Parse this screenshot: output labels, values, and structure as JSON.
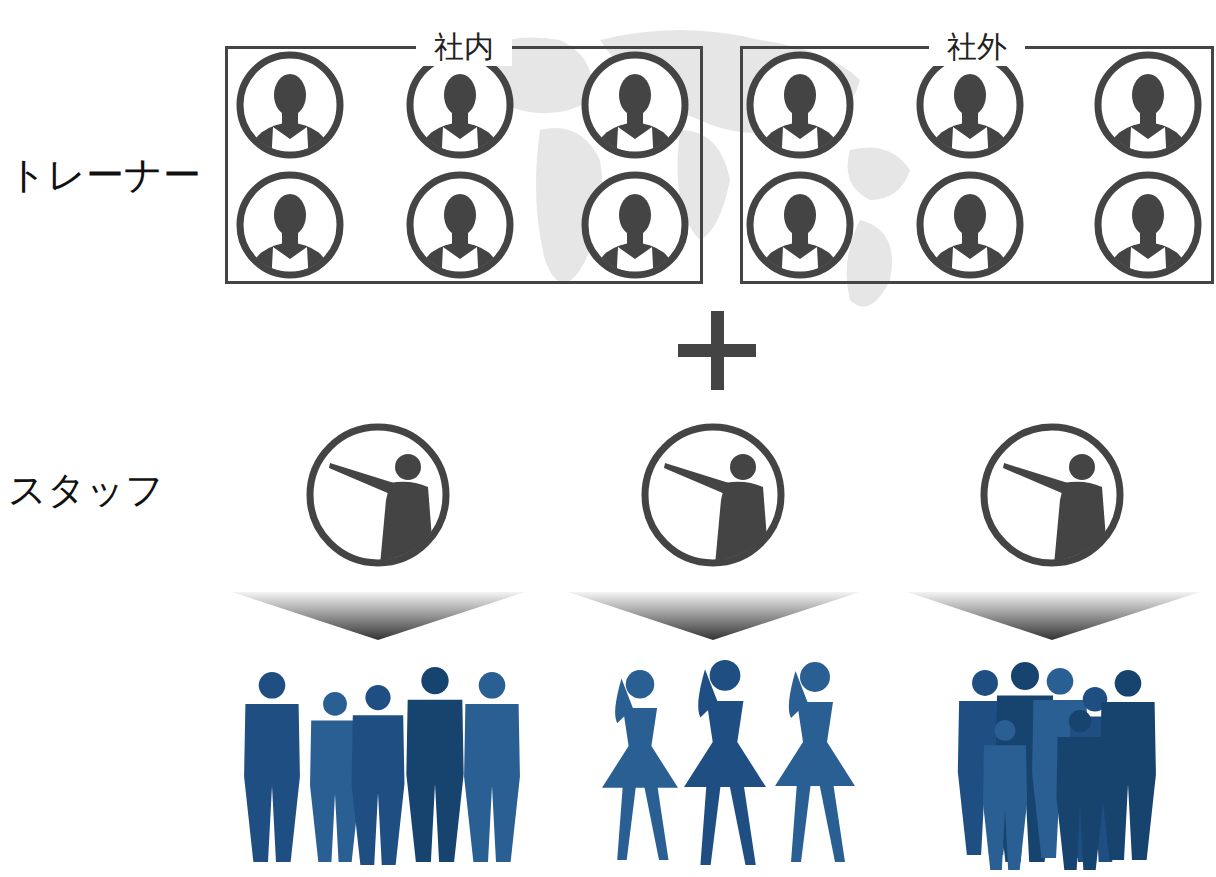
{
  "diagram": {
    "nodes": [
      {
        "text": [
          "社内"
        ]
      },
      {
        "text": [
          "社外"
        ]
      }
    ],
    "labels": [
      "トレーナー",
      "スタッフ"
    ]
  }
}
